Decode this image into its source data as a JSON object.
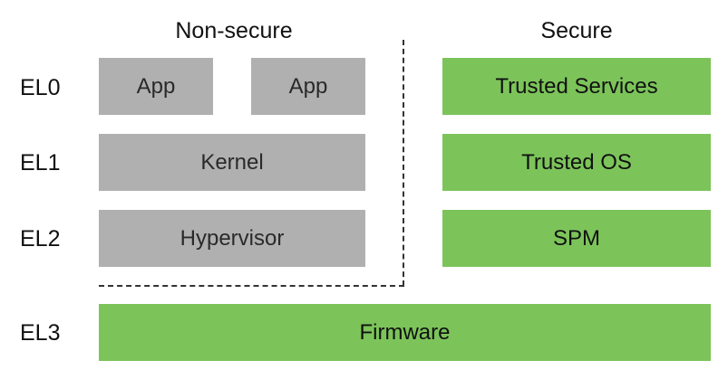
{
  "headers": {
    "non_secure": "Non-secure",
    "secure": "Secure"
  },
  "levels": {
    "el0": "EL0",
    "el1": "EL1",
    "el2": "EL2",
    "el3": "EL3"
  },
  "non_secure_world": {
    "app_1": "App",
    "app_2": "App",
    "kernel": "Kernel",
    "hypervisor": "Hypervisor"
  },
  "secure_world": {
    "trusted_services": "Trusted Services",
    "trusted_os": "Trusted OS",
    "spm": "SPM"
  },
  "firmware": "Firmware",
  "colors": {
    "non_secure_box": "#b0b0b0",
    "secure_box": "#7cc45a",
    "firmware_box": "#7cc45a",
    "divider": "#333333"
  }
}
